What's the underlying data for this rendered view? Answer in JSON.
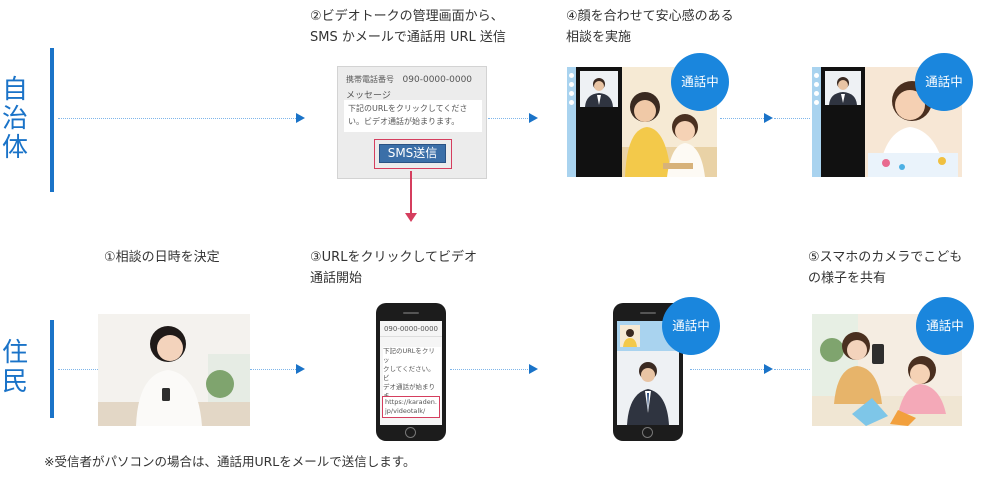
{
  "lanes": {
    "municipality": "自治体",
    "resident": "住民"
  },
  "steps": {
    "step1": "①相談の日時を決定",
    "step2_line1": "②ビデオトークの管理画面から、",
    "step2_line2": "SMS かメールで通話用 URL 送信",
    "step3_line1": "③URLをクリックしてビデオ",
    "step3_line2": "通話開始",
    "step4_line1": "④顔を合わせて安心感のある",
    "step4_line2": "相談を実施",
    "step5_line1": "⑤スマホのカメラでこども",
    "step5_line2": "の様子を共有"
  },
  "sms_panel": {
    "phone_label": "携帯電話番号",
    "phone_value": "090-0000-0000",
    "message_label": "メッセージ",
    "message_line1": "下記のURLをクリックしてくださ",
    "message_line2": "い。ビデオ通話が始まります。",
    "send_button": "SMS送信"
  },
  "phone_sms": {
    "number": "090-0000-0000",
    "body_line1": "下記のURLをクリッ",
    "body_line2": "クしてください。ビ",
    "body_line3": "デオ通話が始まりま",
    "body_line4": "す。",
    "url_line1": "https://karaden.",
    "url_line2": "jp/videotalk/"
  },
  "badges": {
    "in_call": "通話中"
  },
  "footnote": "※受信者がパソコンの場合は、通話用URLをメールで送信します。",
  "colors": {
    "accent_blue": "#1a73c8",
    "badge_blue": "#1a86dd",
    "highlight_red": "#d53e5e",
    "button_blue": "#3b6fa8"
  }
}
